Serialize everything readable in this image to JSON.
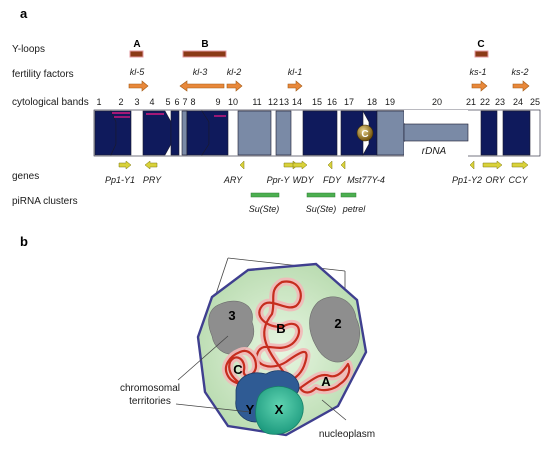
{
  "panel_a": {
    "label": "a",
    "rows": {
      "y_loops": "Y-loops",
      "fertility_factors": "fertility factors",
      "cytological_bands": "cytological bands",
      "genes": "genes",
      "pirna": "piRNA clusters"
    },
    "y_loops": [
      "A",
      "B",
      "C"
    ],
    "fertility": [
      "kl-5",
      "kl-3",
      "kl-2",
      "kl-1",
      "ks-1",
      "ks-2"
    ],
    "band_numbers": [
      "1",
      "2",
      "3",
      "4",
      "5",
      "6",
      "7",
      "8",
      "9",
      "10",
      "11",
      "12",
      "13",
      "14",
      "15",
      "16",
      "17",
      "18",
      "19",
      "20",
      "21",
      "22",
      "23",
      "24",
      "25"
    ],
    "centromere": "C",
    "rdna": "rDNA",
    "genes": [
      "Pp1-Y1",
      "PRY",
      "ARY",
      "Ppr-Y",
      "WDY",
      "FDY",
      "Mst77Y-4",
      "Pp1-Y2",
      "ORY",
      "CCY"
    ],
    "pirna": [
      "Su(Ste)",
      "Su(Ste)",
      "petrel"
    ],
    "colors": {
      "heterochromatin": "#0f1a5c",
      "grey_band": "#7a8aa6",
      "loop_bar": "#8b3a17",
      "fertility_arrow": "#e8883a",
      "gene_arrow": "#d9d23a",
      "pirna_bar": "#4caf50",
      "magenta_mark": "#d6177f"
    }
  },
  "panel_b": {
    "label": "b",
    "territories": [
      "3",
      "2"
    ],
    "loops": [
      "A",
      "B",
      "C"
    ],
    "y_label": "Y",
    "x_label": "X",
    "territories_label": [
      "chromosomal",
      "territories"
    ],
    "nucleoplasm": "nucleoplasm",
    "colors": {
      "nucleus_fill": "#cfe9c6",
      "nucleus_border": "#3f3f8f",
      "territory_grey": "#8e8e8e",
      "loop_red": "#c62d1e",
      "loop_halo": "#f2b8b8",
      "y_territory": "#2f5b94",
      "x_territory": "#1f9c80"
    }
  }
}
